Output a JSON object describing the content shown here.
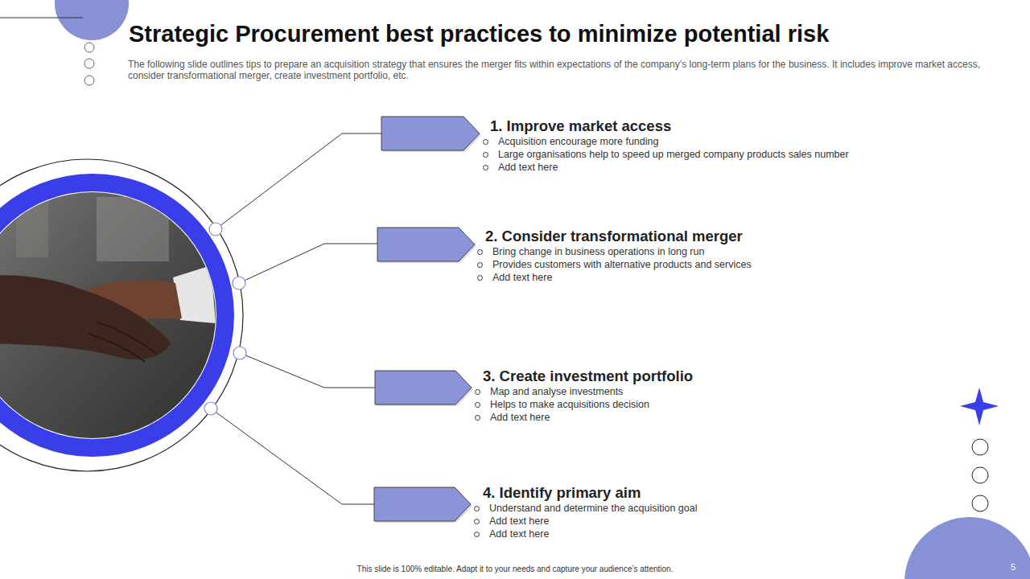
{
  "diagram": {
    "title": "Strategic Procurement best practices to minimize potential risk",
    "nodes": [
      {
        "text": [
          "1. Improve market access",
          "Acquisition encourage more funding",
          "Large organisations help to speed up merged company products sales number",
          "Add text here"
        ]
      },
      {
        "text": [
          "2. Consider transformational merger",
          "Bring change in business operations in long run",
          "Provides customers with alternative products and services",
          "Add text here"
        ]
      },
      {
        "text": [
          "3. Create investment portfolio",
          "Map and analyse investments",
          "Helps to make acquisitions decision",
          "Add text here"
        ]
      },
      {
        "text": [
          "4. Identify primary aim",
          "Understand and determine the acquisition goal",
          "Add text here",
          "Add text here"
        ]
      }
    ],
    "labels": [
      "The following slide outlines tips to prepare an acquisition strategy that ensures the merger fits within expectations of the company’s long-term plans for the business. It includes improve market access, consider transformational merger, create investment portfolio, etc.",
      "This slide is 100% editable. Adapt it to your needs and capture your audience’s attention.",
      "5"
    ]
  }
}
